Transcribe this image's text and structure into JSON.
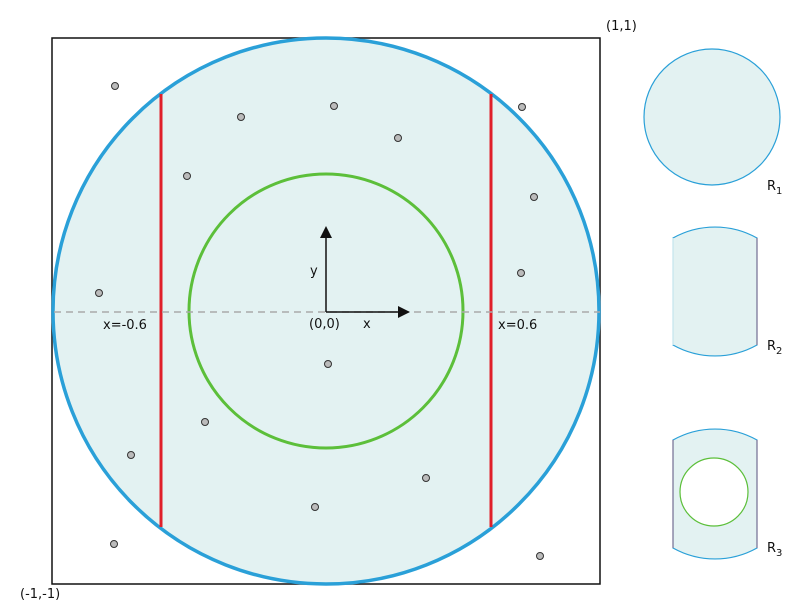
{
  "diagram": {
    "corner_top_right": "(1,1)",
    "corner_bottom_left": "(-1,-1)",
    "origin_label": "(0,0)",
    "x_axis_label": "x",
    "y_axis_label": "y",
    "left_line_label": "x=-0.6",
    "right_line_label": "x=0.6",
    "colors": {
      "outer_circle": "#2aa0d8",
      "inner_circle": "#5cbf3a",
      "vertical_lines": "#e0202a",
      "fill": "#e3f2f2",
      "dashed_axis": "#aaaaaa",
      "points": "#bbbbbb"
    }
  },
  "panels": [
    {
      "label_main": "R",
      "label_sub": "1"
    },
    {
      "label_main": "R",
      "label_sub": "2"
    },
    {
      "label_main": "R",
      "label_sub": "3"
    }
  ]
}
